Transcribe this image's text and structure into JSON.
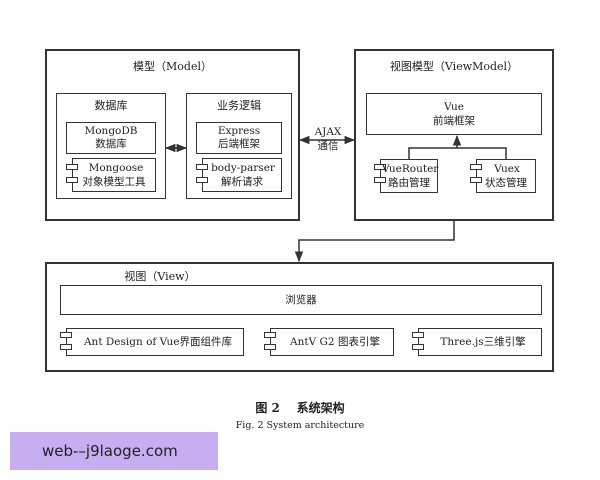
{
  "model": {
    "title": "模型（Model）",
    "database": {
      "title": "数据库",
      "mongodb_line1": "MongoDB",
      "mongodb_line2": "数据库",
      "mongoose_line1": "Mongoose",
      "mongoose_line2": "对象模型工具"
    },
    "logic": {
      "title": "业务逻辑",
      "express_line1": "Express",
      "express_line2": "后端框架",
      "bodyparser_line1": "body-parser",
      "bodyparser_line2": "解析请求"
    }
  },
  "ajax": {
    "line1": "AJAX",
    "line2": "通信"
  },
  "viewmodel": {
    "title": "视图模型（ViewModel）",
    "vue_line1": "Vue",
    "vue_line2": "前端框架",
    "router_line1": "VueRouter",
    "router_line2": "路由管理",
    "vuex_line1": "Vuex",
    "vuex_line2": "状态管理"
  },
  "view": {
    "title": "视图（View）",
    "browser": "浏览器",
    "antd": "Ant Design of Vue界面组件库",
    "antv": "AntV G2 图表引擎",
    "three": "Three.js三维引擎"
  },
  "caption": {
    "zh": "图 2    系统架构",
    "en": "Fig. 2 System architecture"
  },
  "watermark": "web-–j9laoge.com"
}
